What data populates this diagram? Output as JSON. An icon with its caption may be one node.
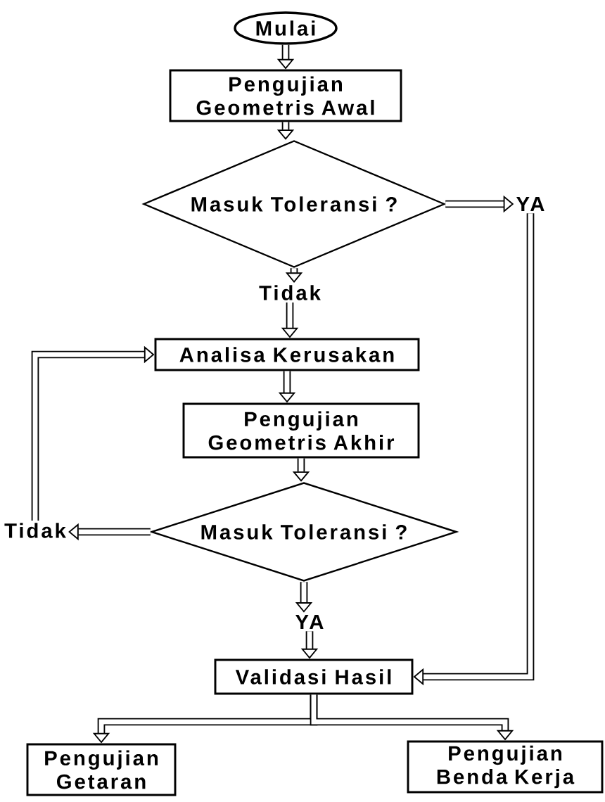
{
  "diagram": {
    "nodes": [
      {
        "text": [
          "Mulai"
        ]
      },
      {
        "text": [
          "Pengujian Geometris Awal"
        ]
      },
      {
        "text": [
          "Masuk Toleransi ?"
        ]
      },
      {
        "text": [
          "YA"
        ]
      },
      {
        "text": [
          "Tidak"
        ]
      },
      {
        "text": [
          "Analisa Kerusakan"
        ]
      },
      {
        "text": [
          "Pengujian Geometris Akhir"
        ]
      },
      {
        "text": [
          "Tidak"
        ]
      },
      {
        "text": [
          "Masuk Toleransi ?"
        ]
      },
      {
        "text": [
          "YA"
        ]
      },
      {
        "text": [
          "Validasi Hasil"
        ]
      },
      {
        "text": [
          "Pengujian Getaran"
        ]
      },
      {
        "text": [
          "Pengujian Benda Kerja"
        ]
      }
    ],
    "edges": [
      {
        "from": 0,
        "to": 1,
        "arrow": "to"
      },
      {
        "from": 1,
        "to": 2,
        "arrow": "to"
      },
      {
        "from": 2,
        "to": 3,
        "arrow": "to"
      },
      {
        "from": 2,
        "to": 4,
        "arrow": "to"
      },
      {
        "from": 4,
        "to": 5,
        "arrow": "to"
      },
      {
        "from": 5,
        "to": 6,
        "arrow": "to"
      },
      {
        "from": 6,
        "to": 8,
        "arrow": "to"
      },
      {
        "from": 8,
        "to": 7,
        "arrow": "to"
      },
      {
        "from": 7,
        "to": 5,
        "arrow": "to"
      },
      {
        "from": 8,
        "to": 9,
        "arrow": "to"
      },
      {
        "from": 9,
        "to": 10,
        "arrow": "to"
      },
      {
        "from": 3,
        "to": 10,
        "arrow": "to"
      },
      {
        "from": 10,
        "to": 11,
        "arrow": "to"
      },
      {
        "from": 10,
        "to": 12,
        "arrow": "to"
      }
    ]
  }
}
